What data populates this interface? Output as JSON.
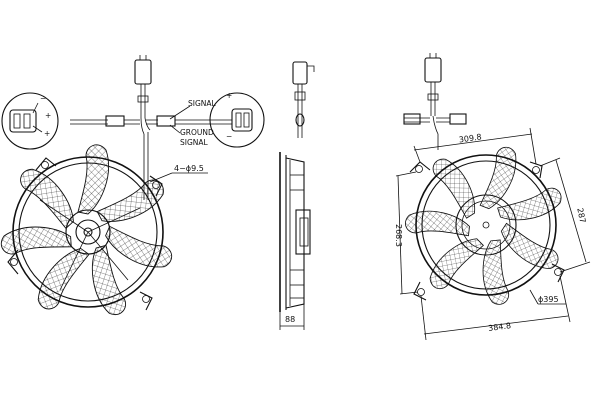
{
  "labels": {
    "signal": "SIGNAL",
    "ground_signal_line1": "GROUND",
    "ground_signal_line2": "SIGNAL",
    "plus_top_left": "+",
    "minus_left": "−",
    "plus_bottom_left": "+",
    "plus_right": "+",
    "minus_right": "−",
    "holes": "4−ϕ9.5"
  },
  "dimensions": {
    "depth": "88",
    "top_span": "309.8",
    "side_span": "287",
    "height": "268.3",
    "diameter": "ϕ395",
    "width": "384.8"
  }
}
